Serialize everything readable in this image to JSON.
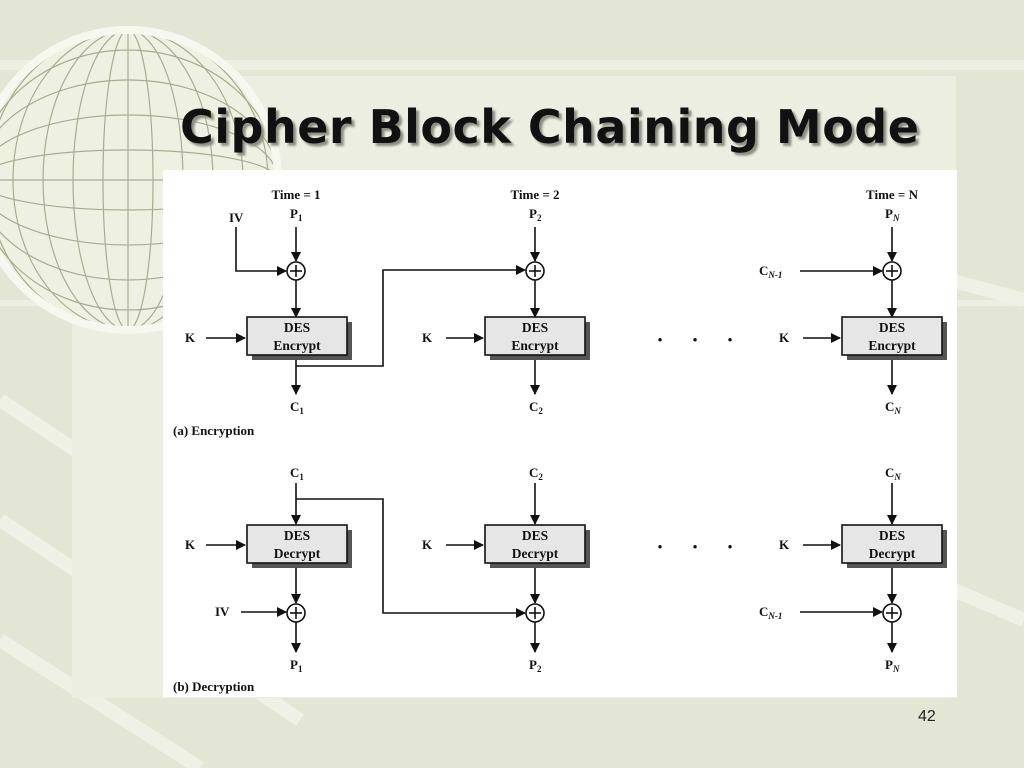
{
  "slide": {
    "title": "Cipher Block Chaining Mode",
    "page_number": "42"
  },
  "diagram": {
    "encryption": {
      "caption": "(a) Encryption",
      "columns": [
        {
          "time": "Time = 1",
          "input": "P",
          "input_sub": "1",
          "chain": "IV",
          "chain_sub": "",
          "key": "K",
          "box_line1": "DES",
          "box_line2": "Encrypt",
          "output": "C",
          "output_sub": "1"
        },
        {
          "time": "Time = 2",
          "input": "P",
          "input_sub": "2",
          "chain": "",
          "chain_sub": "",
          "key": "K",
          "box_line1": "DES",
          "box_line2": "Encrypt",
          "output": "C",
          "output_sub": "2"
        },
        {
          "time": "Time = N",
          "input": "P",
          "input_sub": "N",
          "chain": "C",
          "chain_sub": "N-1",
          "key": "K",
          "box_line1": "DES",
          "box_line2": "Encrypt",
          "output": "C",
          "output_sub": "N"
        }
      ]
    },
    "decryption": {
      "caption": "(b) Decryption",
      "columns": [
        {
          "input": "C",
          "input_sub": "1",
          "chain": "IV",
          "chain_sub": "",
          "key": "K",
          "box_line1": "DES",
          "box_line2": "Decrypt",
          "output": "P",
          "output_sub": "1"
        },
        {
          "input": "C",
          "input_sub": "2",
          "chain": "",
          "chain_sub": "",
          "key": "K",
          "box_line1": "DES",
          "box_line2": "Decrypt",
          "output": "P",
          "output_sub": "2"
        },
        {
          "input": "C",
          "input_sub": "N",
          "chain": "C",
          "chain_sub": "N-1",
          "key": "K",
          "box_line1": "DES",
          "box_line2": "Decrypt",
          "output": "P",
          "output_sub": "N"
        }
      ]
    },
    "ellipsis_symbol": "•"
  },
  "colors": {
    "box_fill": "#e6e6e6",
    "box_shadow": "#555555",
    "line": "#111111"
  }
}
